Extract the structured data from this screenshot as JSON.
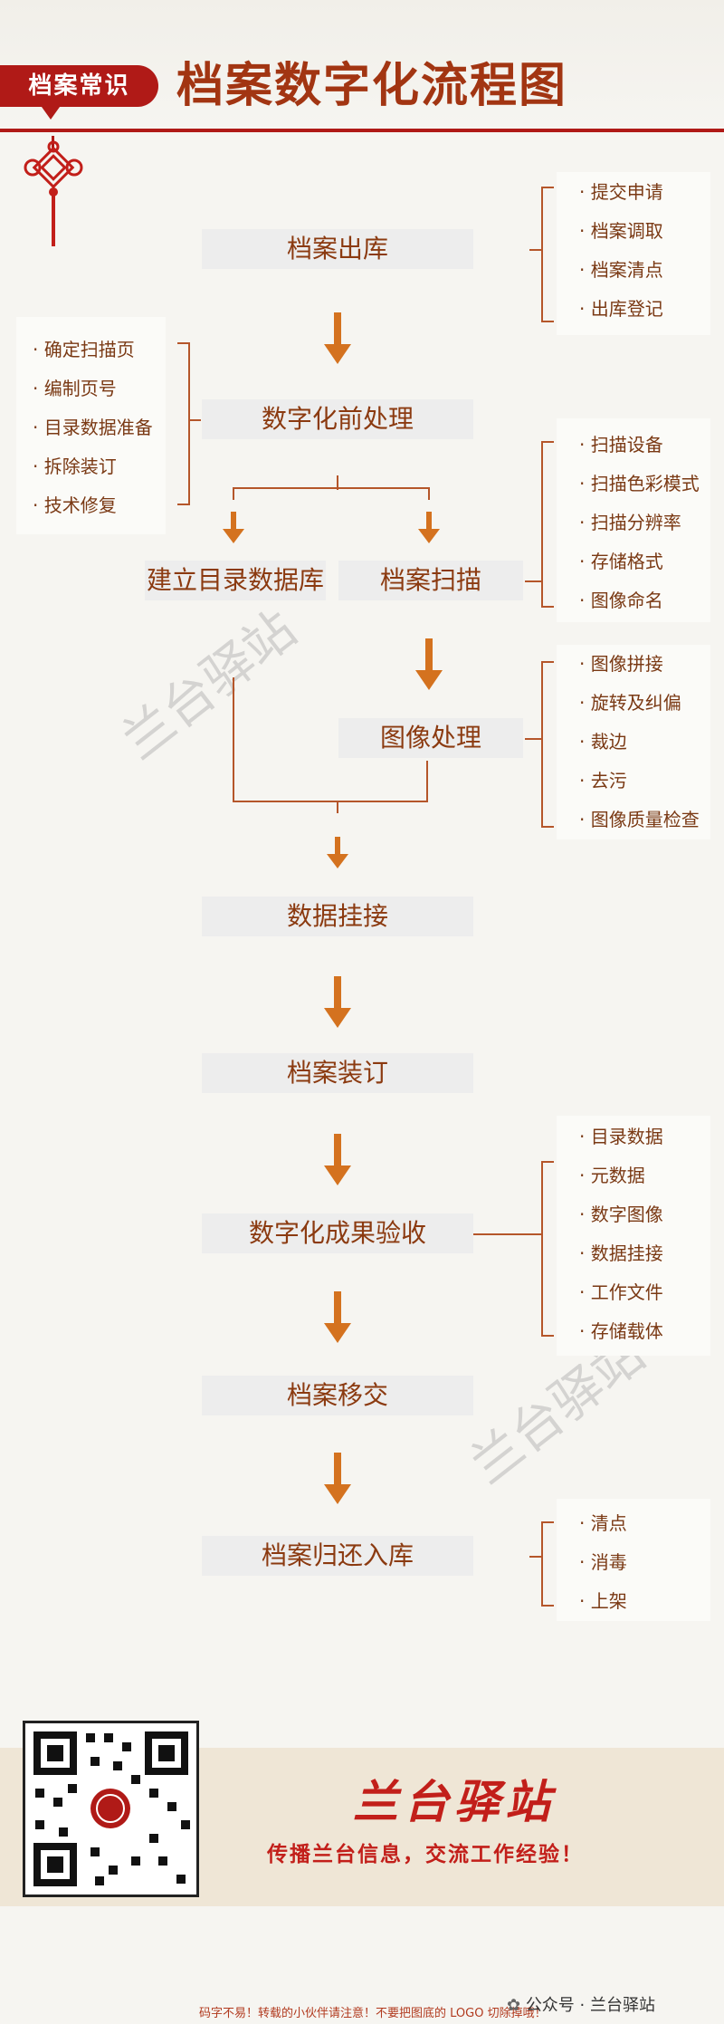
{
  "header": {
    "tag": "档案常识",
    "title": "档案数字化流程图"
  },
  "steps": [
    "档案出库",
    "数字化前处理",
    "建立目录数据库",
    "档案扫描",
    "图像处理",
    "数据挂接",
    "档案装订",
    "数字化成果验收",
    "档案移交",
    "档案归还入库"
  ],
  "notes": {
    "outbound": [
      "· 提交申请",
      "· 档案调取",
      "· 档案清点",
      "· 出库登记"
    ],
    "preprocess": [
      "· 确定扫描页",
      "· 编制页号",
      "· 目录数据准备",
      "· 拆除装订",
      "· 技术修复"
    ],
    "scan": [
      "· 扫描设备",
      "· 扫描色彩模式",
      "· 扫描分辨率",
      "· 存储格式",
      "· 图像命名"
    ],
    "image": [
      "· 图像拼接",
      "· 旋转及纠偏",
      "· 裁边",
      "· 去污",
      "· 图像质量检查"
    ],
    "acceptance": [
      "· 目录数据",
      "· 元数据",
      "· 数字图像",
      "· 数据挂接",
      "· 工作文件",
      "· 存储载体"
    ],
    "return": [
      "· 清点",
      "· 消毒",
      "· 上架"
    ]
  },
  "watermark": "兰台驿站",
  "footer": {
    "brand": "兰台驿站",
    "slogan": "传播兰台信息，交流工作经验！",
    "note": "码字不易！转载的小伙伴请注意！不要把图底的 LOGO 切除掉哦！",
    "account": "公众号 · 兰台驿站"
  },
  "colors": {
    "accent_red": "#b01a17",
    "step_text": "#8b3a10",
    "arrow": "#d4721f",
    "connector": "#b5562a"
  }
}
